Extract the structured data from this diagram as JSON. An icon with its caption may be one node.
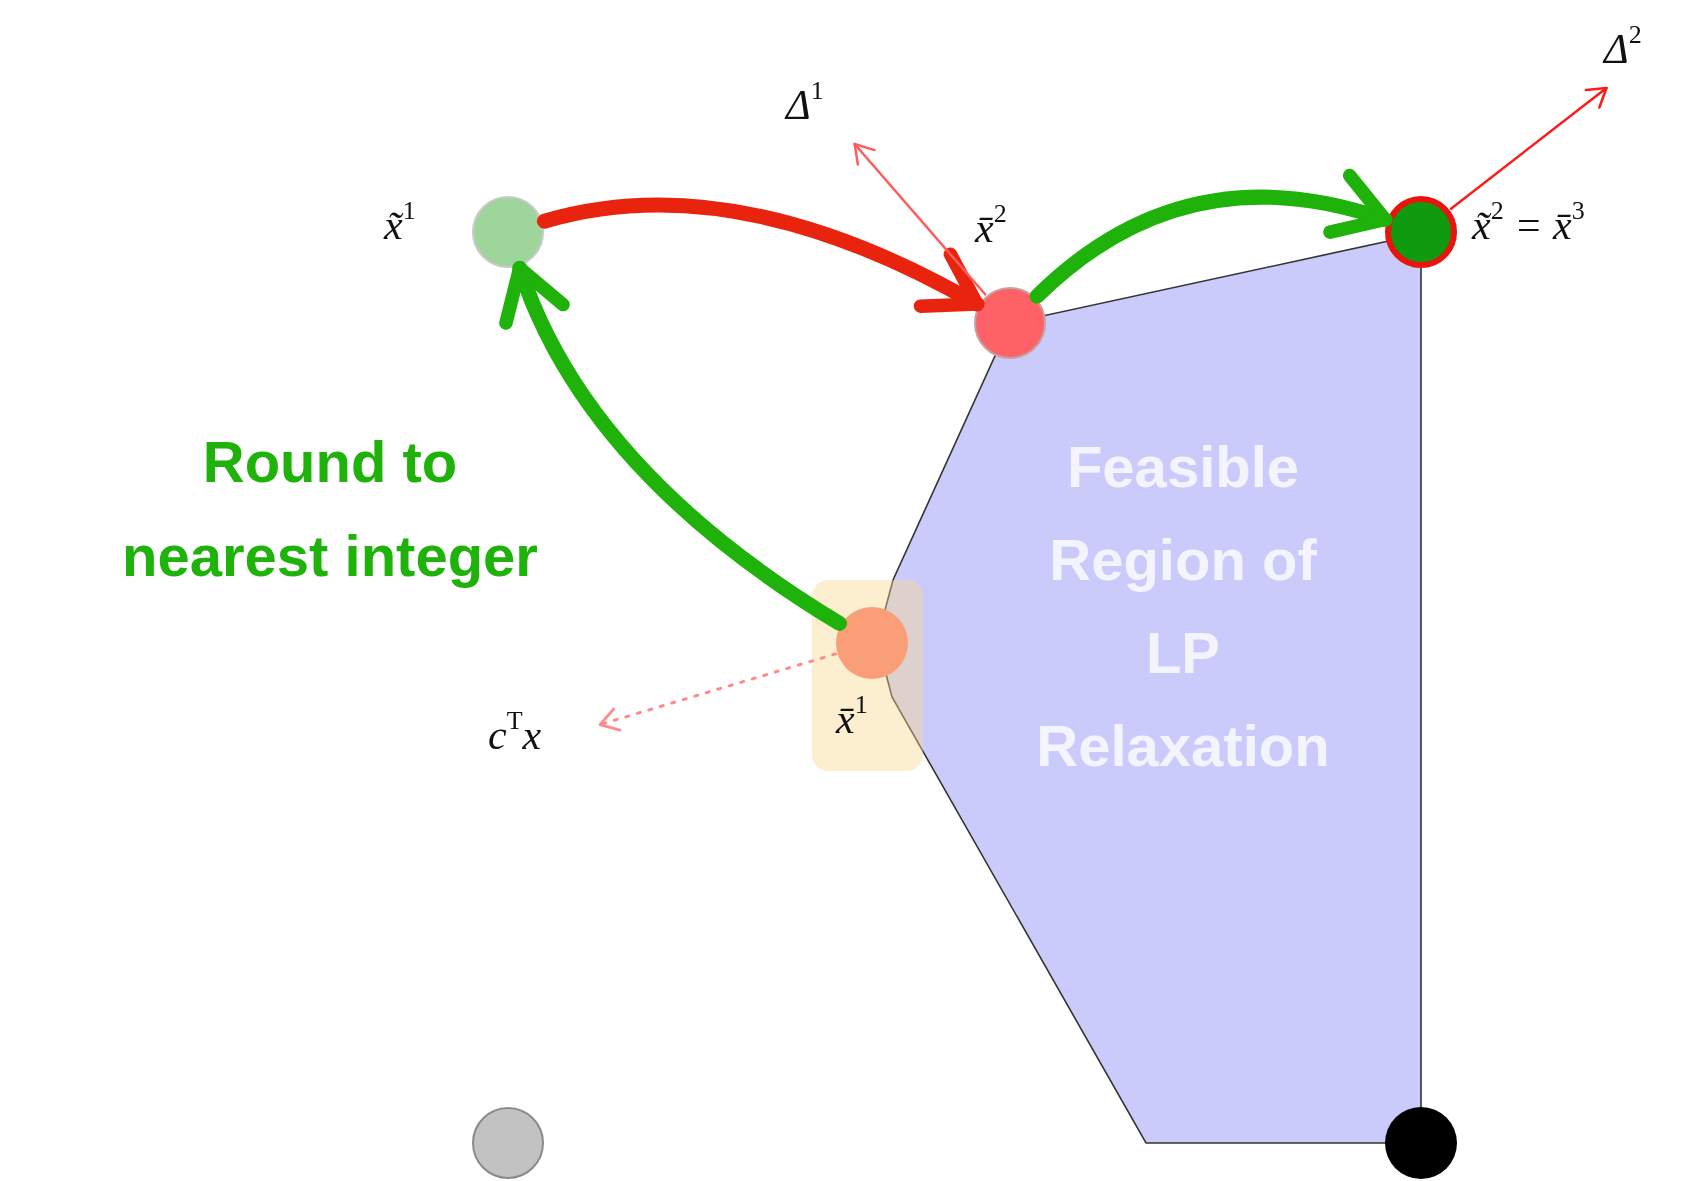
{
  "diagram": {
    "nodes": [
      {
        "text": [
          "Δ$^{2}$"
        ]
      },
      {
        "text": [
          "Δ$^{1}$"
        ]
      },
      {
        "text": [],
        "shape": "circle",
        "beside": [
          "x̃$^{1}$"
        ]
      },
      {
        "text": [],
        "shape": "circle",
        "beside": [
          "x̃$^{2}$ = x̄$^{3}$"
        ]
      },
      {
        "text": [],
        "shape": "circle"
      },
      {
        "text": [
          "Feasible Region of LP Relaxation"
        ]
      },
      {
        "text": [
          "x̄$^{1}$"
        ]
      },
      {
        "text": [],
        "shape": "circle",
        "in": 6
      },
      {
        "text": [
          "c$^{T}$x"
        ]
      },
      {
        "text": [],
        "shape": "circle"
      },
      {
        "text": [],
        "shape": "circle"
      }
    ],
    "edges": [
      {
        "from": 7,
        "to": 2,
        "arrow": "to",
        "style": "thick",
        "color": "#1fb20a"
      },
      {
        "from": 2,
        "to": 4,
        "arrow": "to",
        "style": "thick",
        "color": "#e8230e"
      },
      {
        "from": 4,
        "to": 3,
        "arrow": "to",
        "style": "thick",
        "color": "#1fb20a"
      },
      {
        "from": 4,
        "to": 1,
        "arrow": "to",
        "color": "#ff5c5c"
      },
      {
        "from": 3,
        "to": 0,
        "arrow": "to",
        "color": "#ff1a1a"
      },
      {
        "from": 7,
        "to": 8,
        "arrow": "to",
        "style": "dashed",
        "color": "#ff8a8a"
      }
    ],
    "labels": [
      "x̄$^{2}$",
      "Round to nearest integer"
    ]
  }
}
